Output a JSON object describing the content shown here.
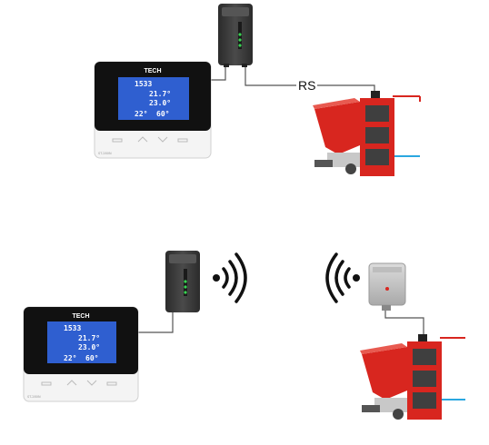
{
  "diagram": {
    "connection_label": "RS",
    "colors": {
      "boiler_red": "#d8261f",
      "boiler_dark": "#3f3f3f",
      "screen_blue": "#2f5fd0",
      "supply_pipe": "#d8261f",
      "return_pipe": "#2aa7e0",
      "module_dark": "#3a3a3a",
      "module_light": "#cfcfcf"
    },
    "controller": {
      "brand": "TECH",
      "model_text": "ST-280N",
      "display": {
        "row1": "1533",
        "row2_a": "21.7°",
        "row2_b": "23.0°",
        "row3_a": "22°",
        "row3_b": "60°"
      }
    },
    "icons": [
      "wireless-signal-icon",
      "wireless-signal-icon"
    ]
  }
}
